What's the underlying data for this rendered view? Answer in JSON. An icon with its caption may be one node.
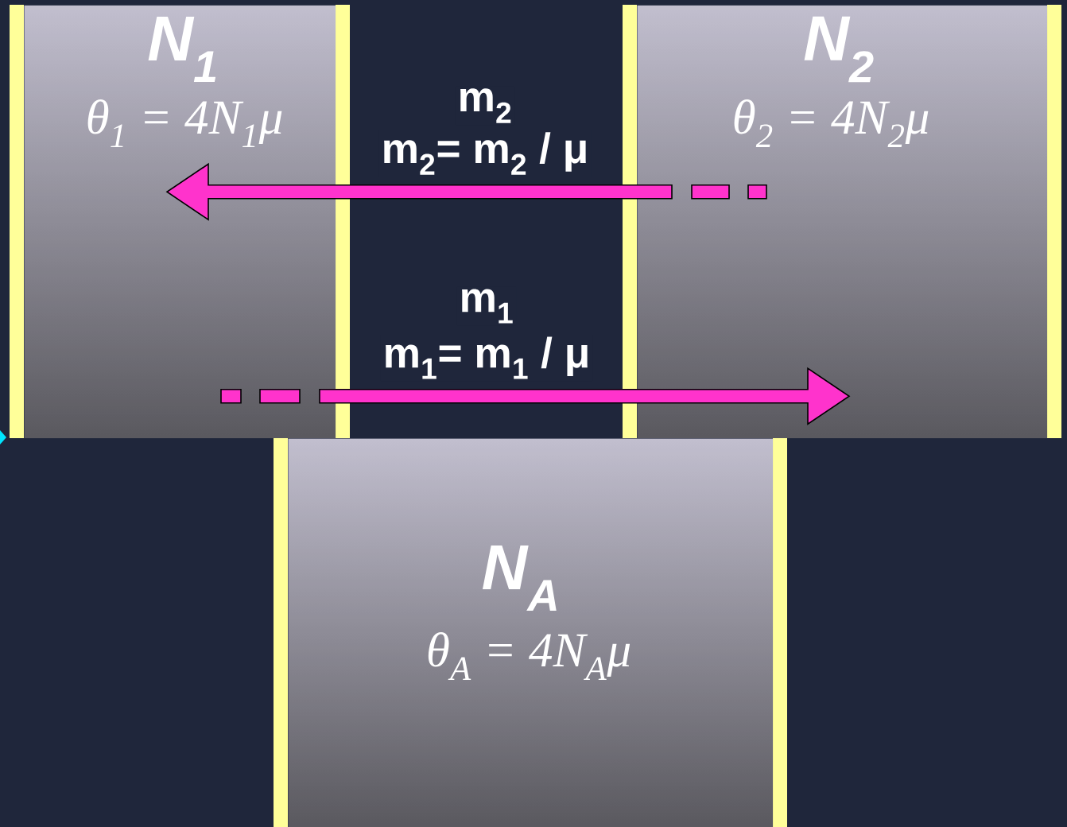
{
  "diagram": {
    "nodes": [
      {
        "text": [
          "N$_{1}$",
          "θ$_{1}$ = 4N$_{1}$μ"
        ]
      },
      {
        "text": [
          "N$_{2}$",
          "θ$_{2}$ = 4N$_{2}$μ"
        ]
      },
      {
        "text": [
          "N$_{A}$",
          "θ$_{A}$ = 4N$_{A}$μ"
        ]
      }
    ],
    "edges": [
      {
        "from": 1,
        "to": 0,
        "arrow": "to",
        "label": "m$_{2}$"
      },
      {
        "from": 0,
        "to": 1,
        "arrow": "to",
        "label": "m$_{1}$"
      }
    ],
    "labels": [
      "m$_{2}$= m$_{2}$ / μ",
      "m$_{1}$= m$_{1}$ / μ"
    ]
  }
}
